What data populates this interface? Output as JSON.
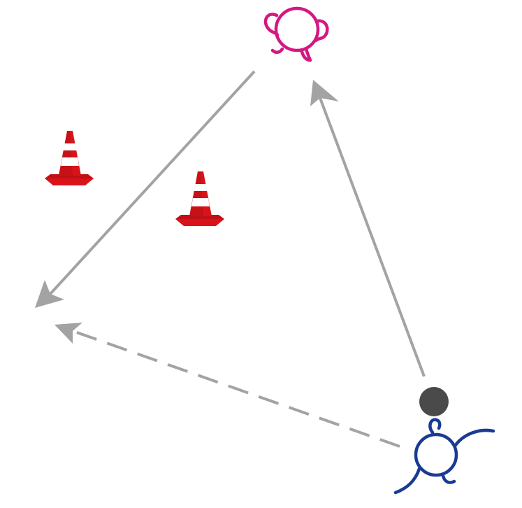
{
  "colors": {
    "arrow": "#a3a3a3",
    "ball": "#4a4a4a",
    "player_top": "#d4187f",
    "player_bottom": "#1a3b94",
    "cone_red": "#d9131a",
    "cone_dark": "#a40f14",
    "cone_white": "#ffffff",
    "background": "#ffffff"
  },
  "elements": {
    "player_top": {
      "icon": "player-top-view-icon",
      "role": "receiver"
    },
    "player_bottom": {
      "icon": "player-running-top-view-icon",
      "role": "passer"
    },
    "ball": {
      "icon": "ball-icon"
    },
    "cones": [
      {
        "icon": "traffic-cone-icon"
      },
      {
        "icon": "traffic-cone-icon"
      }
    ],
    "arrows": [
      {
        "style": "solid",
        "meaning": "pass"
      },
      {
        "style": "solid",
        "meaning": "pass"
      },
      {
        "style": "dashed",
        "meaning": "run"
      }
    ]
  }
}
